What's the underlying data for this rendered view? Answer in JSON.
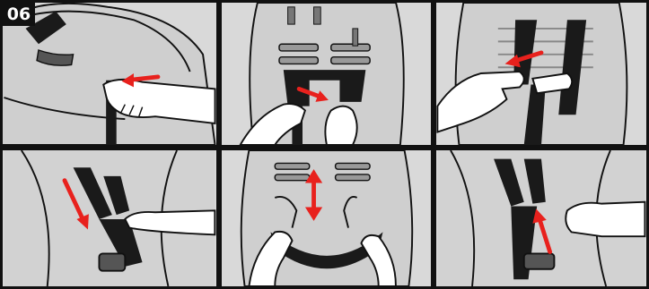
{
  "step_number": "06",
  "colors": {
    "arrow": "#e8211d",
    "seat": "#d9d9d9",
    "seat_shade": "#bdbdbd",
    "strap": "#1a1a1a",
    "outline": "#111111",
    "hand": "#ffffff"
  },
  "panels": [
    {
      "id": "panel-1",
      "arrow_direction": "left",
      "icons": [
        "seat-icon",
        "strap-icon",
        "hand-icon",
        "arrow-left-icon"
      ]
    },
    {
      "id": "panel-2",
      "arrow_direction": "right-down",
      "icons": [
        "seat-back-icon",
        "harness-strap-icon",
        "hands-icon",
        "arrow-icon"
      ]
    },
    {
      "id": "panel-3",
      "arrow_direction": "left",
      "icons": [
        "harness-strap-icon",
        "buckle-tongue-icon",
        "hand-icon",
        "arrow-left-icon"
      ]
    },
    {
      "id": "panel-4",
      "arrow_direction": "down",
      "icons": [
        "seat-icon",
        "harness-strap-icon",
        "hand-icon",
        "buckle-icon",
        "arrow-down-icon"
      ]
    },
    {
      "id": "panel-5",
      "arrow_direction": "up-down",
      "icons": [
        "seat-back-icon",
        "strap-loop-icon",
        "hands-icon",
        "double-arrow-icon"
      ]
    },
    {
      "id": "panel-6",
      "arrow_direction": "up",
      "icons": [
        "seat-icon",
        "harness-strap-icon",
        "hand-icon",
        "buckle-icon",
        "arrow-up-icon"
      ]
    }
  ]
}
